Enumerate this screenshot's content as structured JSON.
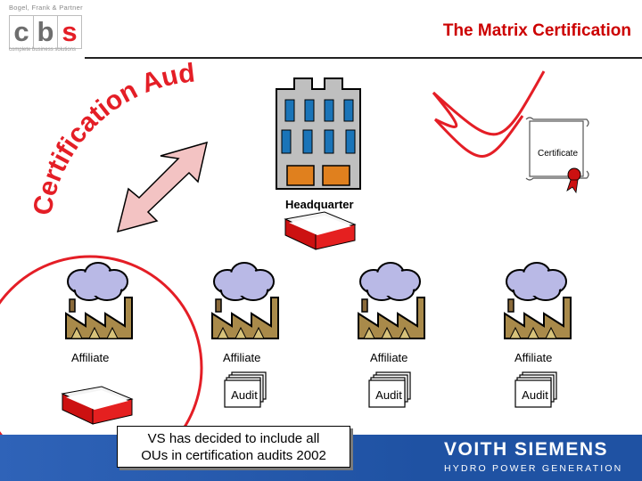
{
  "header": {
    "title": "The Matrix Certification",
    "logo_top": "Bogel, Frank & Partner",
    "logo_letters": [
      "c",
      "b",
      "s"
    ],
    "logo_sub": "complete business solutions"
  },
  "arc_text": "Certification Audit",
  "headquarter_label": "Headquarter",
  "certificate_label": "Certificate",
  "affiliates": [
    "Affiliate",
    "Affiliate",
    "Affiliate",
    "Affiliate"
  ],
  "audits": [
    "Audit",
    "Audit",
    "Audit"
  ],
  "callout": {
    "line1": "VS has decided to include all",
    "line2": "OUs in certification audits 2002"
  },
  "footer": {
    "brand": "VOITH SIEMENS",
    "tagline": "HYDRO POWER GENERATION"
  },
  "colors": {
    "title": "#cc0000",
    "accent_red": "#e41e26",
    "footer_blue": "#1f52a3",
    "cloud": "#b9b9e6"
  }
}
